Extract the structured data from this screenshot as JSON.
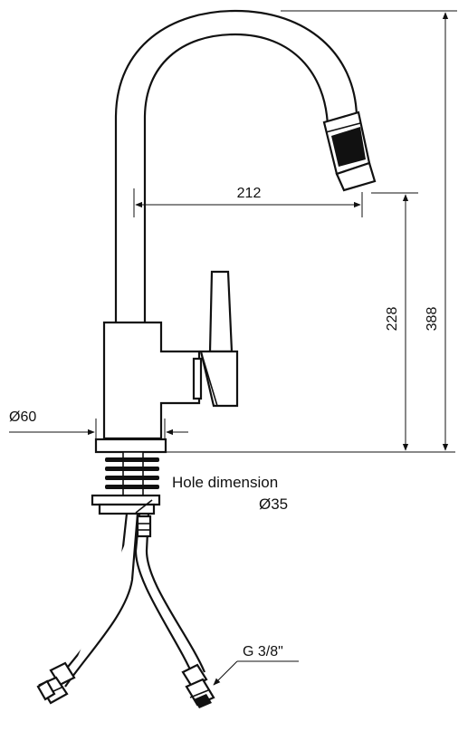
{
  "dimensions": {
    "reach": "212",
    "spout_height": "228",
    "total_height": "388",
    "body_diameter": "Ø60",
    "hole_title": "Hole dimension",
    "hole_value": "Ø35",
    "thread": "G 3/8\""
  },
  "colors": {
    "line": "#111111",
    "background": "#ffffff"
  }
}
